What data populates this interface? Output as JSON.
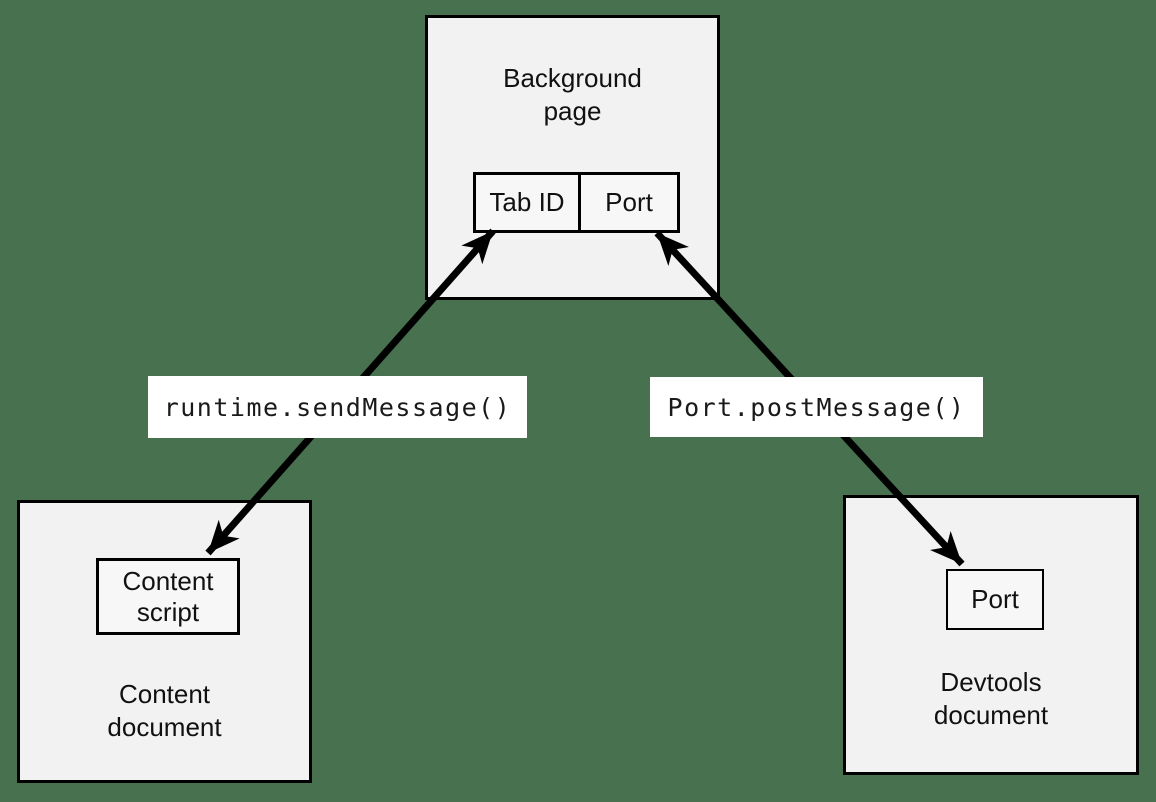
{
  "diagram": {
    "background_page": {
      "title": "Background\npage",
      "cells": [
        {
          "label": "Tab ID"
        },
        {
          "label": "Port"
        }
      ]
    },
    "content_document": {
      "title": "Content\ndocument",
      "inner_label": "Content\nscript"
    },
    "devtools_document": {
      "title": "Devtools\ndocument",
      "inner_label": "Port"
    },
    "arrows": [
      {
        "label": "runtime.sendMessage()",
        "from": "content-script",
        "to": "background-page-tab-id",
        "bidirectional": true
      },
      {
        "label": "Port.postMessage()",
        "from": "devtools-port",
        "to": "background-page-port",
        "bidirectional": true
      }
    ],
    "colors": {
      "page_background": "#47714f",
      "box_fill": "#f2f2f2",
      "inner_box_fill": "#f7f7f7",
      "label_fill": "#ffffff",
      "stroke": "#000000"
    }
  }
}
